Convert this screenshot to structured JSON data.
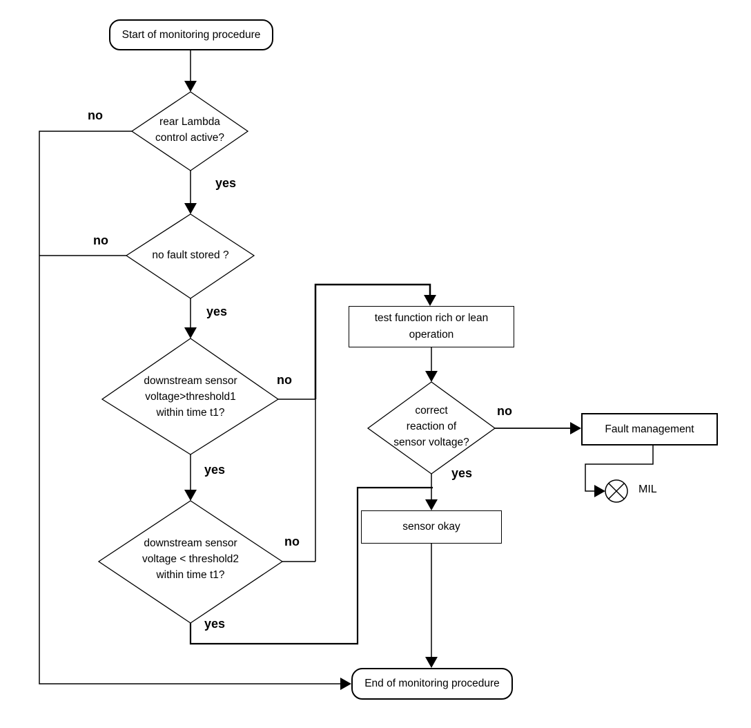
{
  "diagram": {
    "background_color": "#ffffff",
    "line_color": "#000000",
    "nodes": {
      "start": {
        "label": "Start of monitoring procedure"
      },
      "decision_rear_lambda": {
        "lines": [
          "rear Lambda",
          "control active?"
        ]
      },
      "decision_no_fault": {
        "label": "no fault stored ?"
      },
      "decision_threshold1": {
        "lines": [
          "downstream sensor",
          "voltage>threshold1",
          "within time t1?"
        ]
      },
      "decision_threshold2": {
        "lines": [
          "downstream sensor",
          "voltage < threshold2",
          "within time t1?"
        ]
      },
      "test_function": {
        "lines": [
          "test function rich or lean",
          "operation"
        ]
      },
      "decision_reaction": {
        "lines": [
          "correct",
          "reaction of",
          "sensor voltage?"
        ]
      },
      "sensor_okay": {
        "label": "sensor okay"
      },
      "fault_management": {
        "label": "Fault management"
      },
      "mil": {
        "label": "MIL"
      },
      "end": {
        "label": "End of monitoring procedure"
      }
    },
    "branch_labels": {
      "rear_lambda_no": "no",
      "rear_lambda_yes": "yes",
      "no_fault_no": "no",
      "no_fault_yes": "yes",
      "threshold1_no": "no",
      "threshold1_yes": "yes",
      "threshold2_no": "no",
      "threshold2_yes": "yes",
      "reaction_no": "no",
      "reaction_yes": "yes"
    }
  }
}
